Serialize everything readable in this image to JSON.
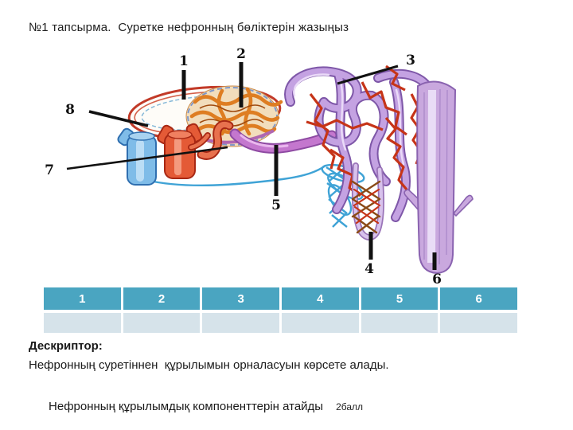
{
  "slide": {
    "title": "№1 тапсырма.  Суретке нефронның бөліктерін жазыңыз"
  },
  "diagram": {
    "name": "nephron-structure-diagram",
    "labels": [
      "1",
      "2",
      "3",
      "4",
      "5",
      "6",
      "7",
      "8"
    ],
    "colors": {
      "capsule_red": "#C23A28",
      "glomerulus_orange": "#DE7D22",
      "glomerulus_base": "#F2DDBC",
      "tubule_purple_dark": "#7E57A8",
      "tubule_purple_light": "#C4A2E2",
      "distal_magenta": "#C477CE",
      "capillary_red": "#C63418",
      "capillary_brown": "#8A4A16",
      "capillary_blue": "#3FA3D6",
      "vein_blue": "#7FBCE8",
      "artery_red": "#E45A36",
      "collecting_duct": "#C9A8DE",
      "pointer_black": "#111111"
    }
  },
  "table": {
    "headers": [
      "1",
      "2",
      "3",
      "4",
      "5",
      "6"
    ],
    "row": [
      "",
      "",
      "",
      "",
      "",
      ""
    ],
    "header_bg": "#4AA5C1",
    "row_bg": "#D6E3EA"
  },
  "descriptor": {
    "heading": "Дескриптор:",
    "line1": "Нефронның суретіннен  құрылымын орналасуын көрсете алады.",
    "line2": "Нефронның құрылымдық компоненттерін атайды",
    "score": "2балл"
  }
}
